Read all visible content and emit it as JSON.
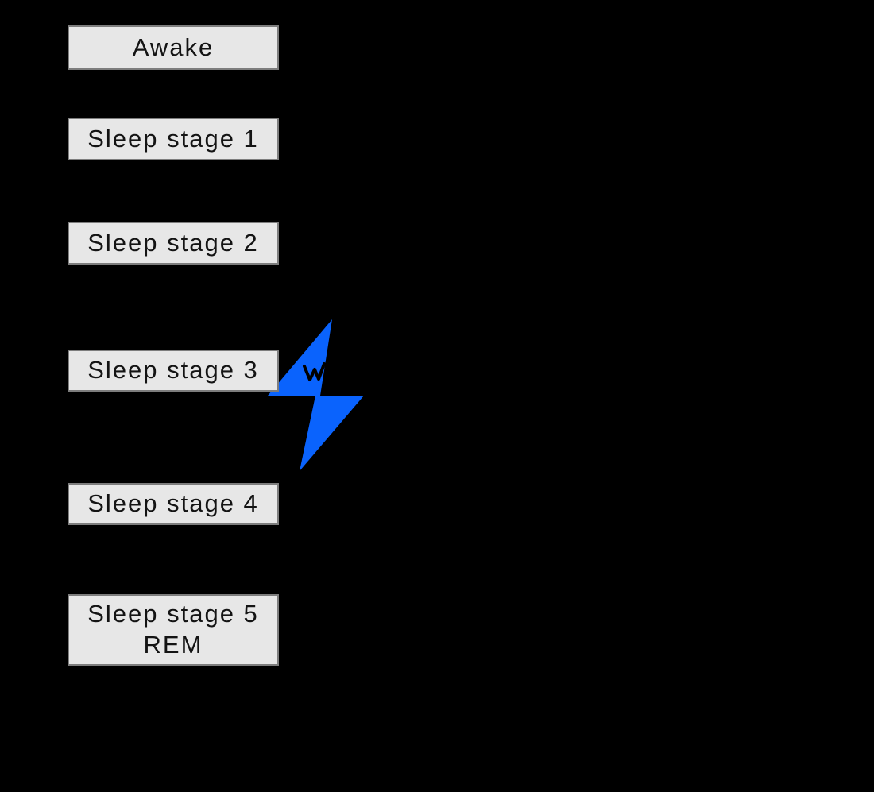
{
  "diagram": {
    "stages": [
      {
        "label": "Awake"
      },
      {
        "label": "Sleep stage 1"
      },
      {
        "label": "Sleep stage 2"
      },
      {
        "label": "Sleep stage 3"
      },
      {
        "label": "Sleep stage 4"
      },
      {
        "label": "Sleep stage 5",
        "sublabel": "REM"
      }
    ],
    "colors": {
      "background": "#000000",
      "box_fill": "#e7e7e7",
      "box_border": "#7d7d7d",
      "text": "#141414",
      "bolt_blue": "#0a63fd",
      "squiggle": "#000000"
    },
    "icons": {
      "lightning_bolt": "lightning-bolt-icon",
      "eeg_squiggle": "eeg-wave-squiggle-icon"
    }
  }
}
